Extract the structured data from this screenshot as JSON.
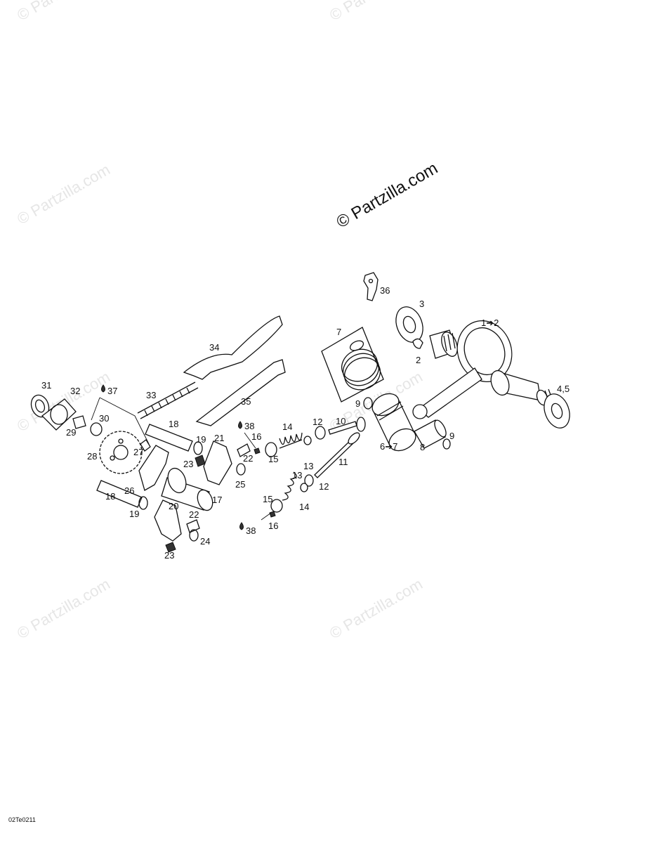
{
  "watermarks": {
    "main": "© Partzilla.com",
    "faint": "© Partzilla.com"
  },
  "diagram_code": "02Te0211",
  "labels": {
    "l1": "1➔2",
    "l2": "2",
    "l3": "3",
    "l45": "4,5",
    "l67": "6➔7",
    "l7": "7",
    "l8": "8",
    "l9a": "9",
    "l9b": "9",
    "l10": "10",
    "l11": "11",
    "l12a": "12",
    "l12b": "12",
    "l13a": "13",
    "l13b": "13",
    "l14a": "14",
    "l14b": "14",
    "l15a": "15",
    "l15b": "15",
    "l16a": "16",
    "l16b": "16",
    "l17": "17",
    "l18a": "18",
    "l18b": "18",
    "l19a": "19",
    "l19b": "19",
    "l20": "20",
    "l21": "21",
    "l22a": "22",
    "l22b": "22",
    "l23a": "23",
    "l23b": "23",
    "l24": "24",
    "l25": "25",
    "l26": "26",
    "l27": "27",
    "l28": "28",
    "l29": "29",
    "l30": "30",
    "l31": "31",
    "l32": "32",
    "l33": "33",
    "l34": "34",
    "l35": "35",
    "l36": "36",
    "l37": "37",
    "l38a": "38",
    "l38b": "38"
  }
}
